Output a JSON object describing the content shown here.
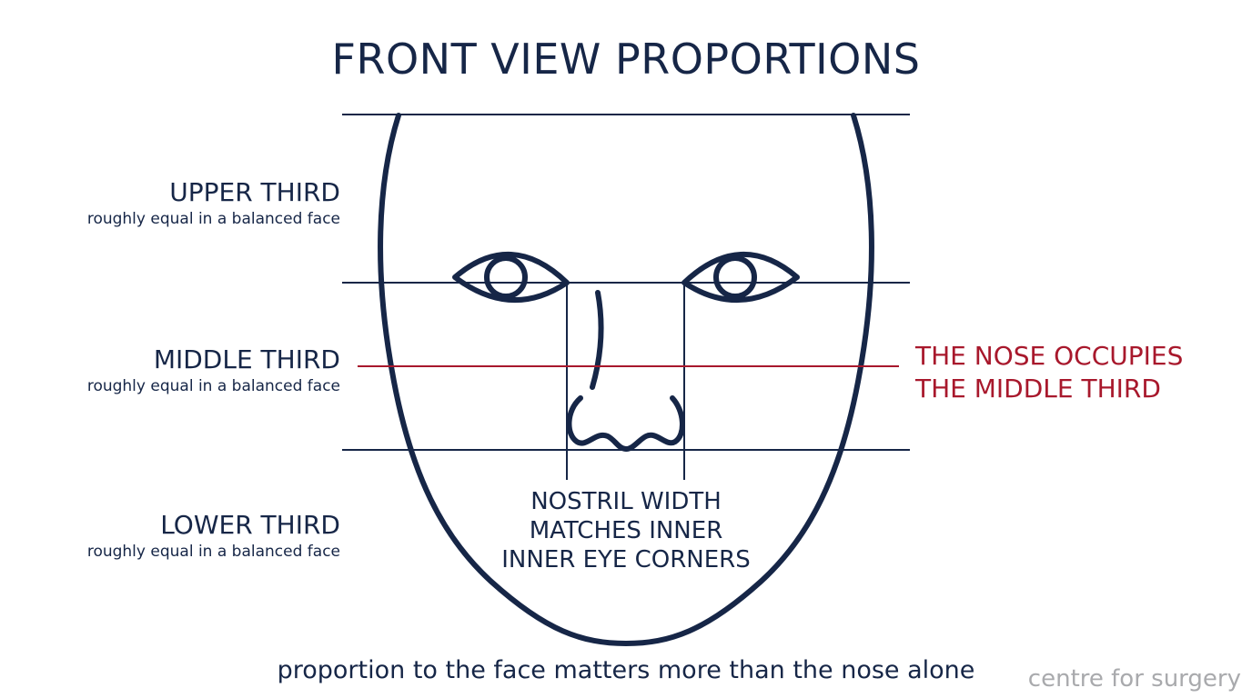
{
  "title": "FRONT VIEW PROPORTIONS",
  "thirds": [
    {
      "label": "UPPER THIRD",
      "note": "roughly equal in a balanced face"
    },
    {
      "label": "MIDDLE THIRD",
      "note": "roughly equal in a balanced face"
    },
    {
      "label": "LOWER THIRD",
      "note": "roughly equal in a balanced face"
    }
  ],
  "callout": {
    "line1": "THE NOSE OCCUPIES",
    "line2": "THE MIDDLE THIRD"
  },
  "nostril_note": {
    "line1": "NOSTRIL WIDTH",
    "line2": "MATCHES INNER",
    "line3": "INNER EYE CORNERS"
  },
  "caption": "proportion to the face matters more than the nose alone",
  "watermark": "centre for surgery",
  "colors": {
    "ink": "#162647",
    "accent": "#a8182c",
    "watermark": "#a9aaad",
    "background": "#ffffff"
  }
}
